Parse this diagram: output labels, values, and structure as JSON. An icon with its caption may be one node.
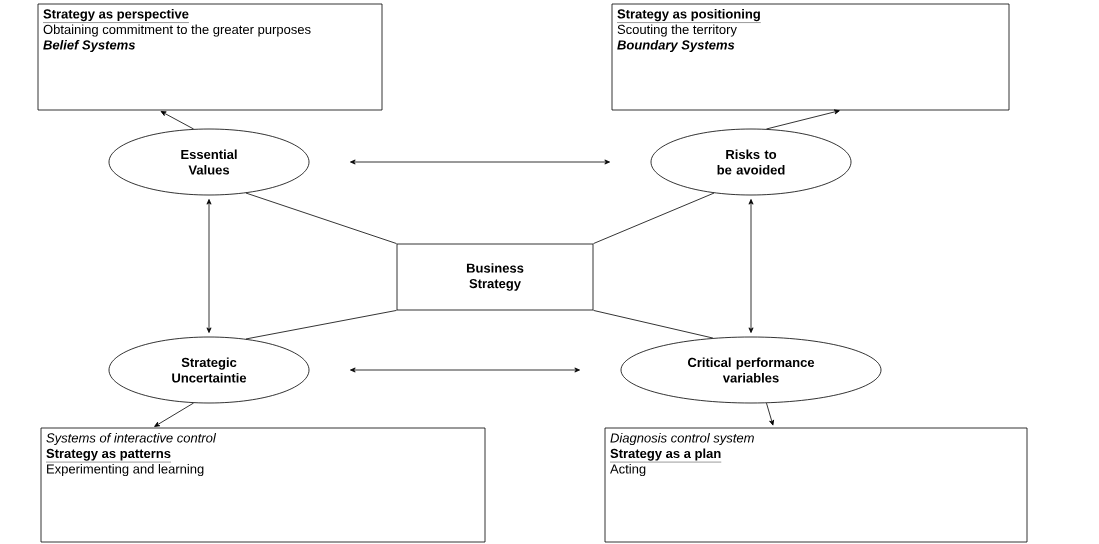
{
  "diagram": {
    "nodes": [
      {
        "text": [
          "Strategy as perspective",
          "Obtaining commitment to the greater purposes",
          "Belief Systems"
        ]
      },
      {
        "text": [
          "Strategy as positioning",
          "Scouting the territory",
          "Boundary Systems"
        ]
      },
      {
        "text": [
          "Essential Values"
        ]
      },
      {
        "text": [
          "Risks to be avoided"
        ]
      },
      {
        "text": [
          "Business Strategy"
        ]
      },
      {
        "text": [
          "Strategic Uncertaintie"
        ]
      },
      {
        "text": [
          "Critical performance variables"
        ]
      },
      {
        "text": [
          "Systems of interactive control",
          "Strategy as patterns",
          "Experimenting and learning"
        ]
      },
      {
        "text": [
          "Diagnosis control system",
          "Strategy as a plan",
          "Acting"
        ]
      }
    ],
    "edges": [
      {
        "from": 2,
        "to": 0,
        "arrow": "to"
      },
      {
        "from": 3,
        "to": 1,
        "arrow": "to"
      },
      {
        "from": 5,
        "to": 7,
        "arrow": "to"
      },
      {
        "from": 6,
        "to": 8,
        "arrow": "to"
      },
      {
        "from": 2,
        "to": 3,
        "arrow": "both"
      },
      {
        "from": 2,
        "to": 5,
        "arrow": "both"
      },
      {
        "from": 3,
        "to": 6,
        "arrow": "both"
      },
      {
        "from": 5,
        "to": 6,
        "arrow": "both"
      },
      {
        "from": 4,
        "to": 2,
        "arrow": "none"
      },
      {
        "from": 4,
        "to": 3,
        "arrow": "none"
      },
      {
        "from": 4,
        "to": 5,
        "arrow": "none"
      },
      {
        "from": 4,
        "to": 6,
        "arrow": "none"
      }
    ]
  }
}
